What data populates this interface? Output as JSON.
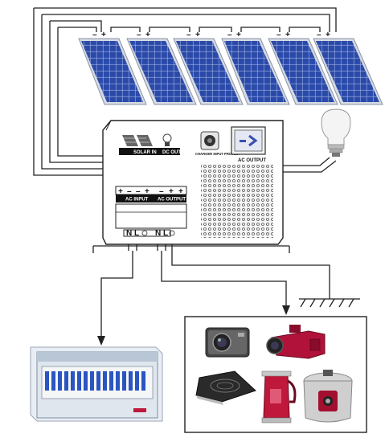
{
  "panels": [
    {
      "neg": "–",
      "pos": "+"
    },
    {
      "neg": "–",
      "pos": "+"
    },
    {
      "neg": "–",
      "pos": "+"
    },
    {
      "neg": "–",
      "pos": "+"
    },
    {
      "neg": "–",
      "pos": "+"
    },
    {
      "neg": "–",
      "pos": "+"
    }
  ],
  "inverter": {
    "solar_in": "SOLAR IN",
    "dc_out": "DC OUT",
    "charger_protect": "CHARGER INPUT PROTECT",
    "ac_output_display": "AC OUTPUT",
    "ac_input": "AC INPUT",
    "ac_output": "AC OUTPUT",
    "terminal_n1": "N",
    "terminal_l1": "L",
    "terminal_n2": "N",
    "terminal_l2": "L"
  },
  "colors": {
    "panel_cell": "#2f4fb0",
    "panel_frame": "#c9ced8",
    "wire": "#222222",
    "pot_red": "#c0183a"
  }
}
